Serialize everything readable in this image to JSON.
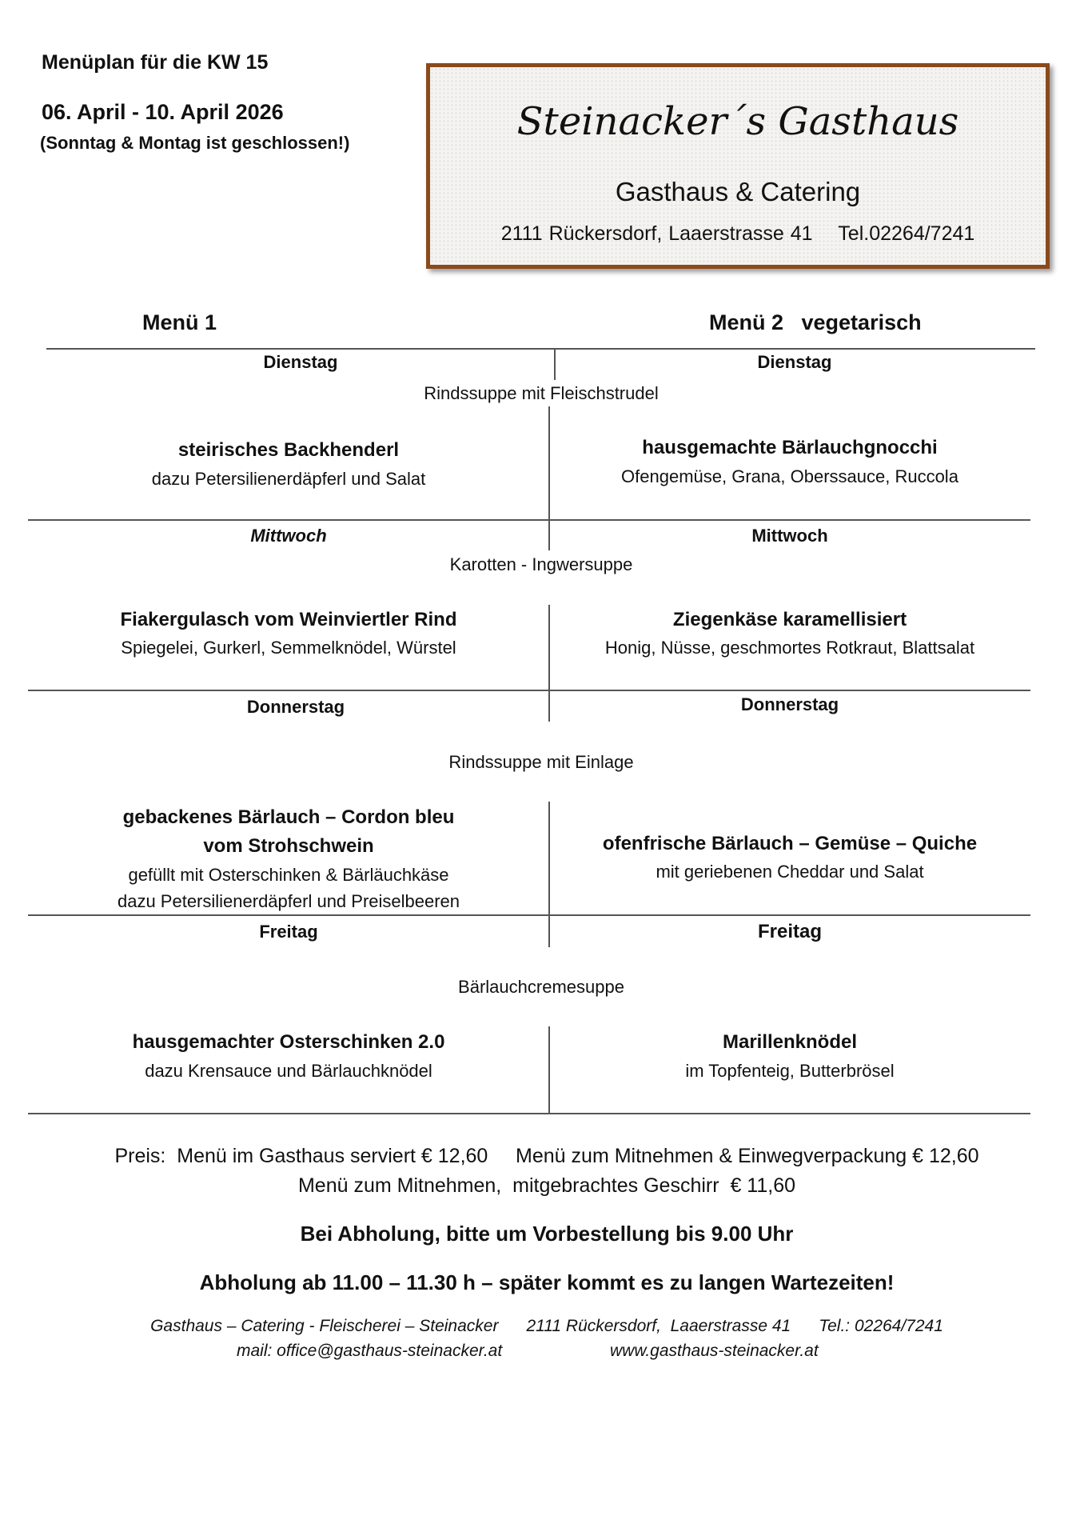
{
  "header": {
    "title": "Menüplan für die KW 15",
    "dates": "06. April -  10. April 2026",
    "closed_note": "(Sonntag & Montag ist geschlossen!)"
  },
  "logo": {
    "name": "Steinacker´s Gasthaus",
    "subtitle": "Gasthaus & Catering",
    "address": "2111 Rückersdorf, Laaerstrasse 41",
    "phone": "Tel.02264/7241"
  },
  "columns": {
    "menu1": "Menü 1",
    "menu2": "Menü 2   vegetarisch"
  },
  "days": [
    {
      "day_left": "Dienstag",
      "day_right": "Dienstag",
      "soup": "Rindssuppe mit Fleischstrudel",
      "left": {
        "dish": [
          "steirisches Backhenderl"
        ],
        "desc": [
          "dazu Petersilienerdäpferl und Salat"
        ]
      },
      "right": {
        "dish": [
          "hausgemachte Bärlauchgnocchi"
        ],
        "desc": [
          "Ofengemüse, Grana, Oberssauce, Ruccola"
        ]
      }
    },
    {
      "day_left": "Mittwoch",
      "day_right": "Mittwoch",
      "soup": "Karotten - Ingwersuppe",
      "left": {
        "dish": [
          "Fiakergulasch vom Weinviertler Rind"
        ],
        "desc": [
          "Spiegelei, Gurkerl, Semmelknödel, Würstel"
        ]
      },
      "right": {
        "dish": [
          "Ziegenkäse karamellisiert"
        ],
        "desc": [
          "Honig, Nüsse, geschmortes Rotkraut, Blattsalat"
        ]
      }
    },
    {
      "day_left": "Donnerstag",
      "day_right": "Donnerstag",
      "soup": "Rindssuppe mit Einlage",
      "left": {
        "dish": [
          "gebackenes Bärlauch – Cordon bleu",
          "vom Strohschwein"
        ],
        "desc": [
          "gefüllt mit Osterschinken & Bärläuchkäse",
          "dazu Petersilienerdäpferl und Preiselbeeren"
        ]
      },
      "right": {
        "dish": [
          "ofenfrische Bärlauch – Gemüse – Quiche"
        ],
        "desc": [
          "mit geriebenen Cheddar und Salat"
        ]
      }
    },
    {
      "day_left": "Freitag",
      "day_right": "Freitag",
      "soup": "Bärlauchcremesuppe",
      "left": {
        "dish": [
          "hausgemachter Osterschinken 2.0"
        ],
        "desc": [
          "dazu Krensauce und Bärlauchknödel"
        ]
      },
      "right": {
        "dish": [
          "Marillenknödel"
        ],
        "desc": [
          "im Topfenteig, Butterbrösel"
        ]
      }
    }
  ],
  "prices": {
    "line1": "Preis:  Menü im Gasthaus serviert € 12,60     Menü zum Mitnehmen & Einwegverpackung € 12,60",
    "line2": "Menü zum Mitnehmen,  mitgebrachtes Geschirr  € 11,60"
  },
  "notes": {
    "preorder": "Bei Abholung, bitte um Vorbestellung bis 9.00 Uhr",
    "pickup": "Abholung ab 11.00 – 11.30 h – später kommt es zu langen Wartezeiten!"
  },
  "footer": {
    "line1": "Gasthaus – Catering - Fleischerei – Steinacker      2111 Rückersdorf,  Laaerstrasse 41      Tel.: 02264/7241",
    "email": "mail: office@gasthaus-steinacker.at",
    "web": "www.gasthaus-steinacker.at"
  }
}
